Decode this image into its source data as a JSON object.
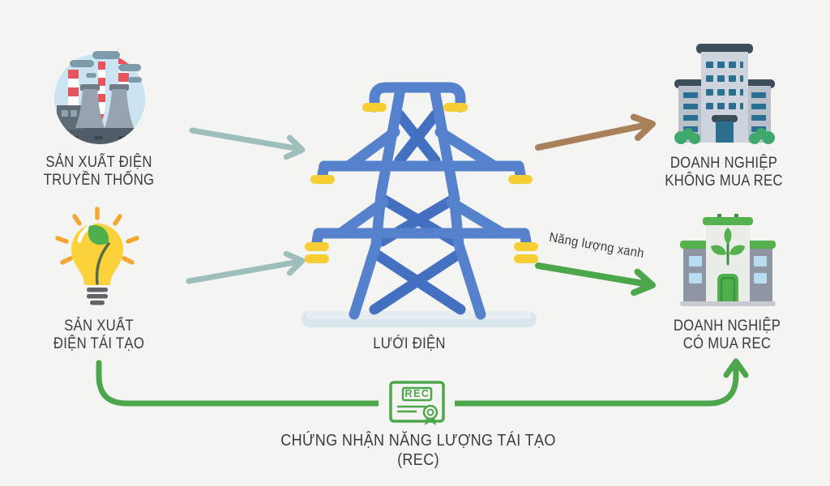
{
  "nodes": {
    "traditional_producer": {
      "label": "SẢN XUẤT ĐIỆN\nTRUYỀN THỐNG",
      "icon": "factory-icon"
    },
    "renewable_producer": {
      "label": "SẢN XUẤT\nĐIỆN TÁI TẠO",
      "icon": "green-lightbulb-icon"
    },
    "power_grid": {
      "label": "LƯỚI ĐIỆN",
      "icon": "transmission-tower-icon"
    },
    "non_rec_company": {
      "label": "DOANH NGHIỆP\nKHÔNG MUA REC",
      "icon": "office-building-icon"
    },
    "rec_company": {
      "label": "DOANH NGHIỆP\nCÓ MUA REC",
      "icon": "green-building-icon"
    }
  },
  "flows": {
    "traditional_to_grid": {
      "color": "#9dbebb"
    },
    "renewable_to_grid": {
      "color": "#9dbebb"
    },
    "grid_to_non_rec": {
      "color": "#a8805a"
    },
    "green_energy": {
      "label": "Năng lượng xanh",
      "color": "#4ca64c"
    },
    "rec_certificate": {
      "label": "CHỨNG NHẬN NĂNG LƯỢNG TÁI TẠO (REC)",
      "badge": "REC",
      "icon": "certificate-icon",
      "color": "#4ca64c"
    }
  },
  "colors": {
    "background": "#f4f4f2",
    "tower_blue": "#5581cd",
    "tower_blue_dark": "#4470c2",
    "insulator_yellow": "#f6ce33",
    "green": "#4ca64c",
    "teal_arrow": "#9dbebb",
    "brown_arrow": "#a8805a",
    "text": "#3c3c3c"
  }
}
